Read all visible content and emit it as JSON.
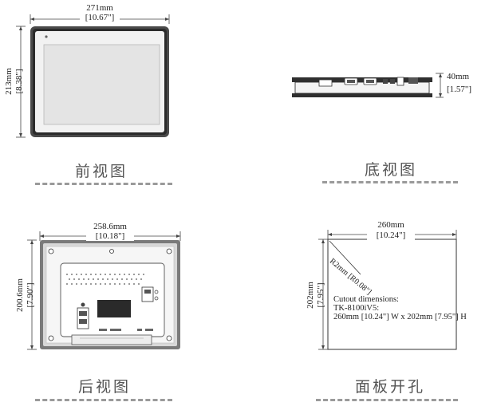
{
  "front_view": {
    "width_mm": "271mm",
    "width_in": "[10.67\"]",
    "height_mm": "213mm",
    "height_in": "[8.38\"]",
    "caption": "前视图"
  },
  "bottom_view": {
    "depth_mm": "40mm",
    "depth_in": "[1.57\"]",
    "caption": "底视图"
  },
  "rear_view": {
    "width_mm": "258.6mm",
    "width_in": "[10.18\"]",
    "height_mm": "200.6mm",
    "height_in": "[7.90\"]",
    "caption": "后视图"
  },
  "cutout_view": {
    "width_mm": "260mm",
    "width_in": "[10.24\"]",
    "height_mm": "202mm",
    "height_in": "[7.95\"]",
    "radius_label": "R2mm [R0.08\"]",
    "note_line1": "Cutout dimensions:",
    "note_line2": "TK-8100iV5:",
    "note_line3": "260mm [10.24\"] W x 202mm [7.95\"] H",
    "caption": "面板开孔"
  }
}
